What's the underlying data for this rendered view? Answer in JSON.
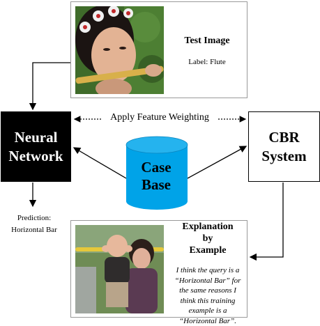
{
  "test_card": {
    "title": "Test Image",
    "label": "Label: Flute"
  },
  "neural_network": {
    "line1": "Neural",
    "line2": "Network"
  },
  "cbr_system": {
    "line1": "CBR",
    "line2": "System"
  },
  "apply_label": "Apply Feature Weighting",
  "case_base": {
    "line1": "Case",
    "line2": "Base"
  },
  "prediction": {
    "line1": "Prediction:",
    "line2": "Horizontal Bar"
  },
  "explanation": {
    "title_line1": "Explanation",
    "title_line2": "by",
    "title_line3": "Example",
    "body_line1": "I think the query is a",
    "body_line2": "“Horizontal Bar” for",
    "body_line3": "the same reasons I",
    "body_line4": "think this training",
    "body_line5": "example is a",
    "body_line6": "“Horizontal Bar”."
  },
  "colors": {
    "cylinder": "#00a3e8",
    "network_box": "#000000",
    "arrow": "#000000"
  }
}
